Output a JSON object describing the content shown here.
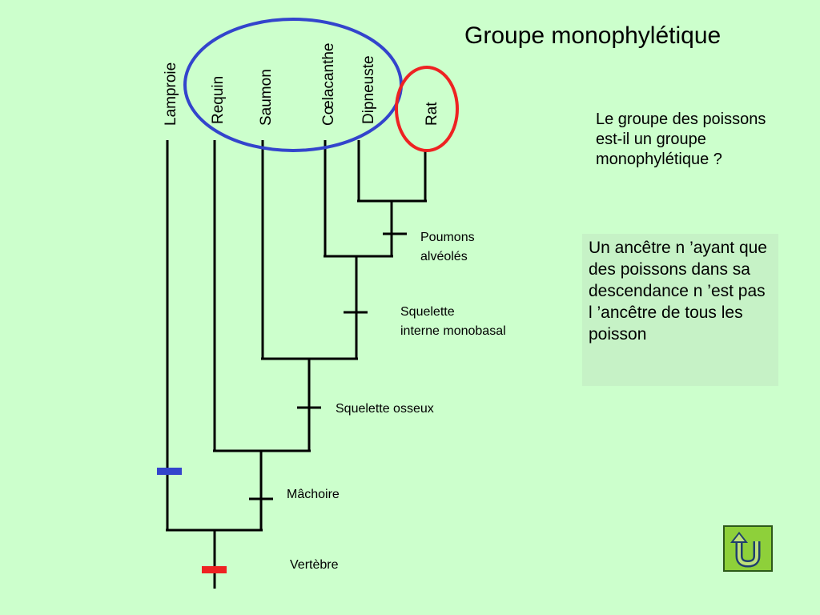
{
  "title": "Groupe monophylétique",
  "question": "Le groupe des poissons est-il un groupe monophylétique ?",
  "answer": "Un ancêtre n ’ayant que des poissons dans sa descendance n ’est pas l ’ancêtre de tous les poisson",
  "taxa": [
    "Lamproie",
    "Requin",
    "Saumon",
    "Cœlacanthe",
    "Dipneuste",
    "Rat"
  ],
  "traits": {
    "poumons_1": "Poumons",
    "poumons_2": "alvéolés",
    "squelette_interne_1": "Squelette",
    "squelette_interne_2": "interne monobasal",
    "squelette_osseux": "Squelette osseux",
    "machoire": "Mâchoire",
    "vertebre": "Vertèbre"
  },
  "colors": {
    "background": "#ccffcc",
    "fish_group_ellipse": "#3344cc",
    "rat_circle": "#ee2222",
    "blue_marker": "#3344cc",
    "red_marker": "#ee2222",
    "tree_lines": "#000000"
  },
  "icons": {
    "back": "u-turn-arrow-icon"
  }
}
